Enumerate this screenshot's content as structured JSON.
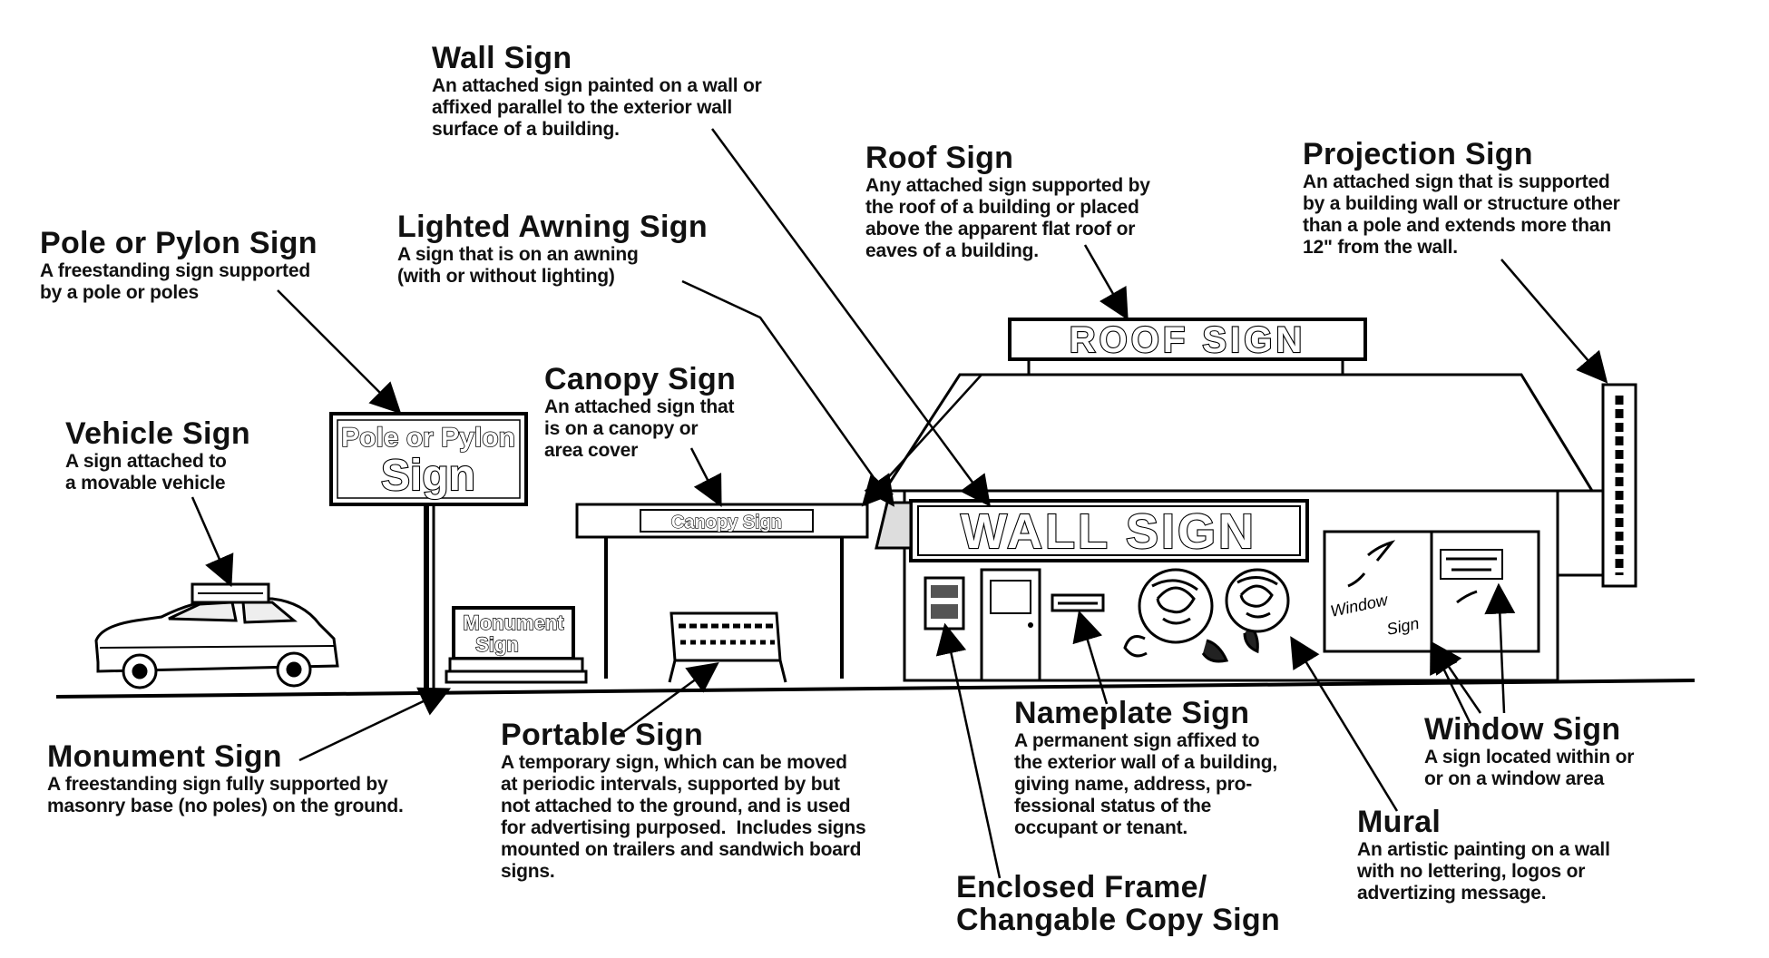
{
  "labels": {
    "wall": {
      "title": "Wall Sign",
      "desc": "An attached sign painted on a wall or\naffixed parallel to the exterior wall\nsurface of a building."
    },
    "roof": {
      "title": "Roof Sign",
      "desc": "Any attached sign supported by\nthe roof of a building or placed\nabove the apparent flat roof or\neaves of a building."
    },
    "projection": {
      "title": "Projection Sign",
      "desc": "An attached sign that is supported\nby a building wall or structure other\nthan a pole and extends more than\n12\" from the wall."
    },
    "pole": {
      "title": "Pole or Pylon Sign",
      "desc": "A freestanding sign supported\nby a pole or poles"
    },
    "awning": {
      "title": "Lighted Awning Sign",
      "desc": "A sign that is on an awning\n(with or without lighting)"
    },
    "canopy": {
      "title": "Canopy Sign",
      "desc": "An attached sign that\nis on a canopy or\narea cover"
    },
    "vehicle": {
      "title": "Vehicle Sign",
      "desc": "A sign attached to\na movable vehicle"
    },
    "monument": {
      "title": "Monument Sign",
      "desc": "A freestanding sign fully supported by\nmasonry base (no poles) on the ground."
    },
    "portable": {
      "title": "Portable Sign",
      "desc": "A temporary sign, which can be moved\nat periodic intervals, supported by but\nnot attached to the ground, and is used\nfor advertising purposed.  Includes signs\nmounted on trailers and sandwich board\nsigns."
    },
    "nameplate": {
      "title": "Nameplate Sign",
      "desc": "A permanent sign affixed to\nthe exterior wall of a building,\ngiving name, address, pro-\nfessional status of the\noccupant or tenant."
    },
    "window": {
      "title": "Window Sign",
      "desc": "A sign located within or\nor on a window area"
    },
    "mural": {
      "title": "Mural",
      "desc": "An artistic painting on a wall\nwith no lettering, logos or\nadvertizing message."
    },
    "enclosed": {
      "title": "Enclosed Frame/\nChangable Copy Sign",
      "desc": ""
    }
  },
  "illustration": {
    "roof_sign_text": "ROOF SIGN",
    "wall_sign_text": "WALL SIGN",
    "pole_sign_line1": "Pole or Pylon",
    "pole_sign_line2": "Sign",
    "canopy_sign_text": "Canopy Sign",
    "monument_line1": "Monument",
    "monument_line2": "Sign",
    "window_text_line1": "Window",
    "window_text_line2": "Sign"
  }
}
